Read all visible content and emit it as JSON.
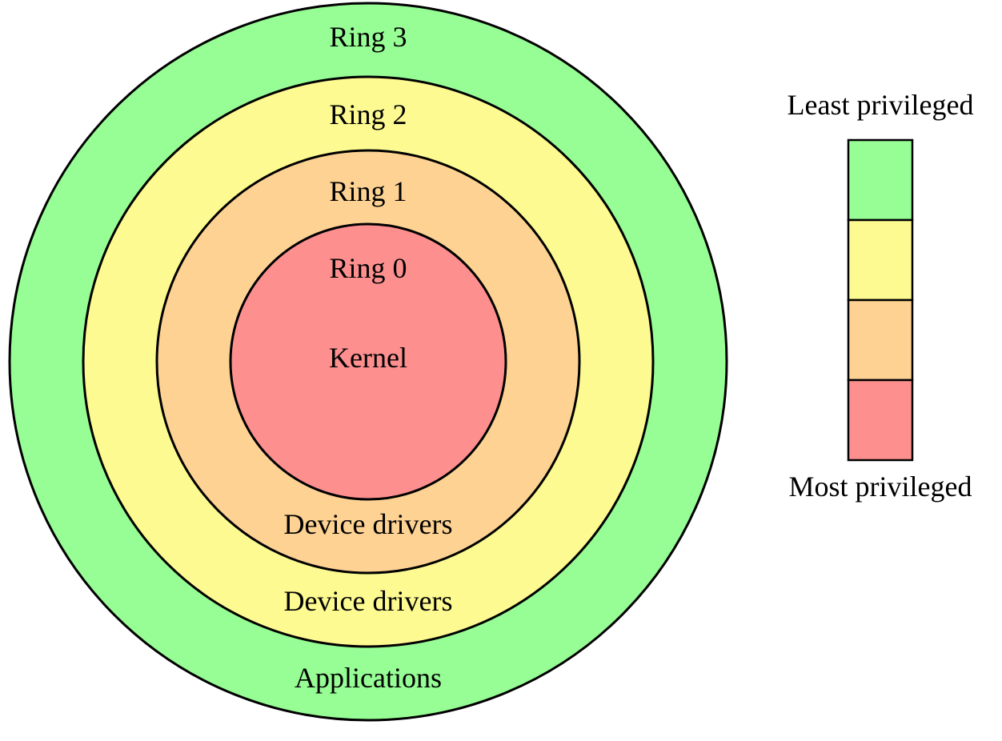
{
  "rings": [
    {
      "id": "ring-3",
      "label": "Ring 3",
      "content": "Applications",
      "color": "#97fd95"
    },
    {
      "id": "ring-2",
      "label": "Ring 2",
      "content": "Device drivers",
      "color": "#fdfa91"
    },
    {
      "id": "ring-1",
      "label": "Ring 1",
      "content": "Device drivers",
      "color": "#fdd293"
    },
    {
      "id": "ring-0",
      "label": "Ring 0",
      "content": "Kernel",
      "color": "#fd8f8f"
    }
  ],
  "legend": {
    "top_label": "Least privileged",
    "bottom_label": "Most privileged",
    "colors": [
      "#97fd95",
      "#fdfa91",
      "#fdd293",
      "#fd8f8f"
    ]
  },
  "stroke_color": "#000000"
}
